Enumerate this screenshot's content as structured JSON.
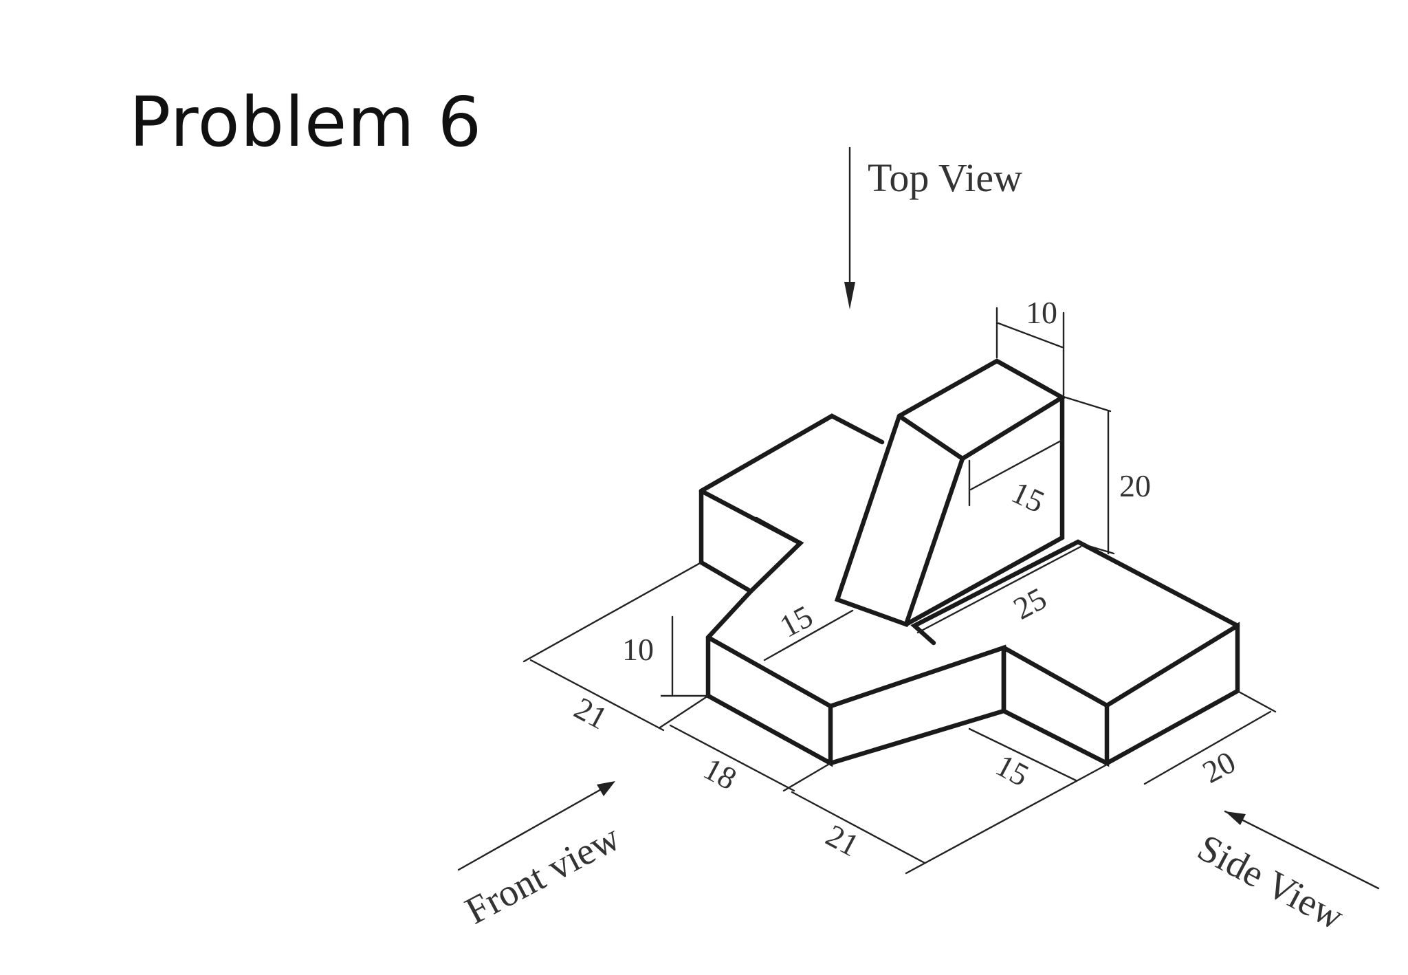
{
  "title": "Problem 6",
  "views": {
    "top": "Top View",
    "front": "Front view",
    "side": "Side View"
  },
  "dimensions": {
    "top_width": "10",
    "top_height": "20",
    "top_depth": "15",
    "mid_length": "25",
    "notch": "15",
    "front_height": "10",
    "left_depth": "21",
    "front_a": "18",
    "front_b": "21",
    "right_notch": "15",
    "right_depth": "20"
  },
  "colors": {
    "line": "#1a1a1a",
    "text": "#111111",
    "background": "#ffffff"
  }
}
